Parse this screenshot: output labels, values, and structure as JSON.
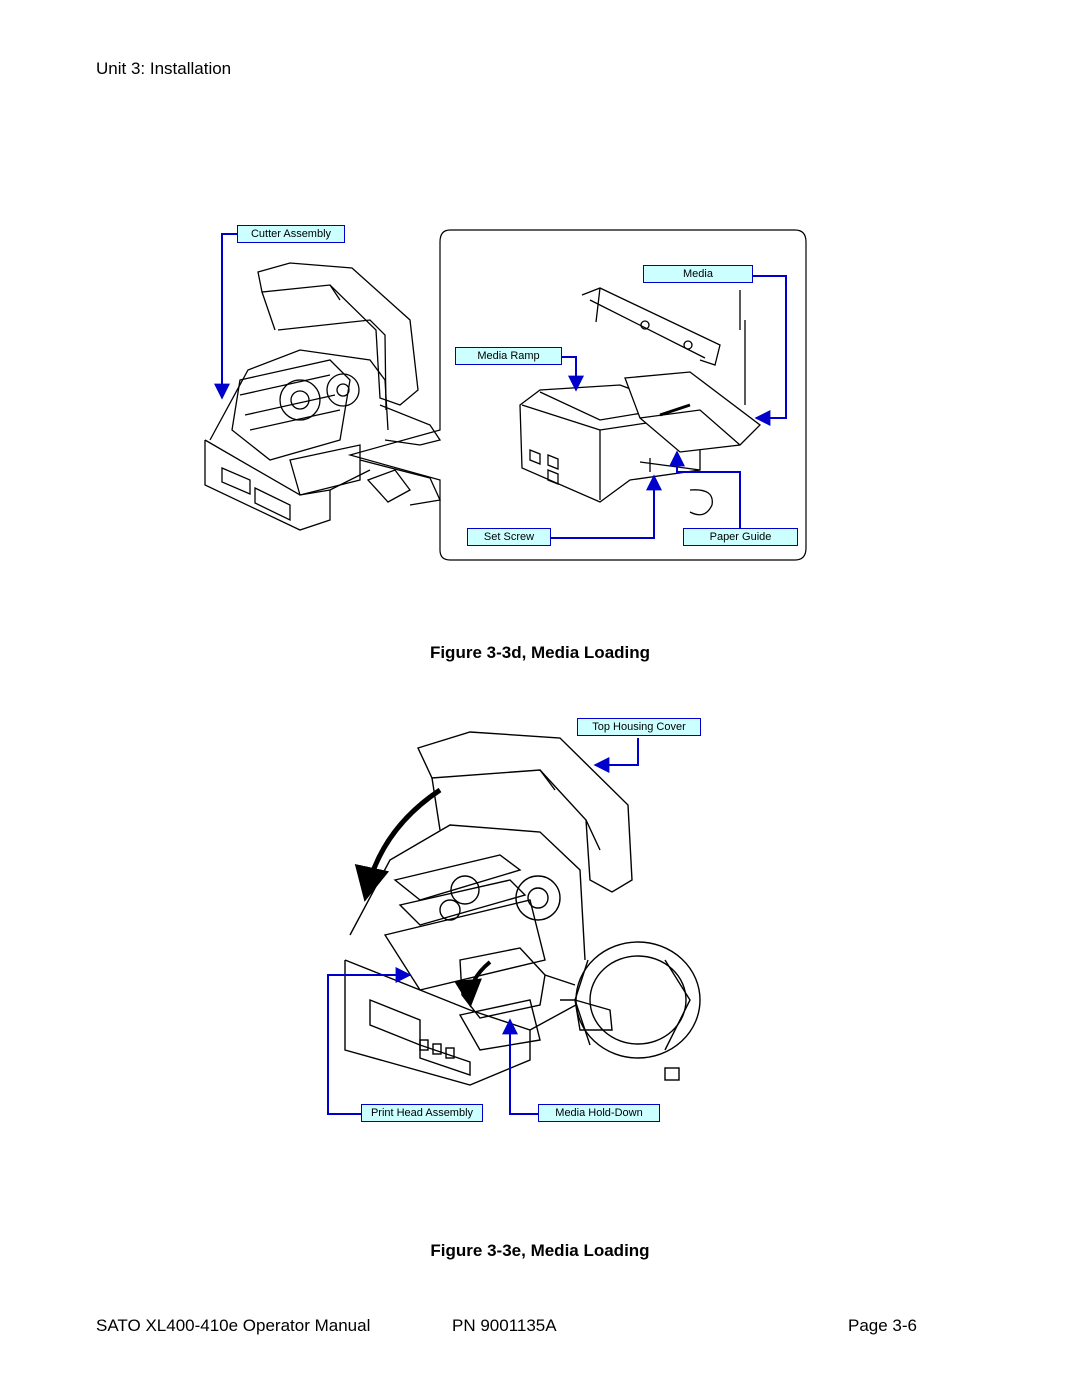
{
  "header": {
    "unit_title": "Unit 3: Installation"
  },
  "figure_3d": {
    "caption": "Figure 3-3d, Media Loading",
    "callouts": {
      "cutter_assembly": "Cutter Assembly",
      "media": "Media",
      "media_ramp": "Media Ramp",
      "set_screw": "Set Screw",
      "paper_guide": "Paper Guide"
    }
  },
  "figure_3e": {
    "caption": "Figure 3-3e, Media Loading",
    "callouts": {
      "top_housing_cover": "Top Housing Cover",
      "print_head_assembly": "Print Head Assembly",
      "media_hold_down": "Media Hold-Down"
    }
  },
  "footer": {
    "manual_title": "SATO XL400-410e Operator Manual",
    "part_number": "PN  9001135A",
    "page": "Page 3-6"
  },
  "colors": {
    "callout_fill": "#ccffff",
    "callout_border": "#0000cc",
    "arrow": "#0000cc"
  }
}
